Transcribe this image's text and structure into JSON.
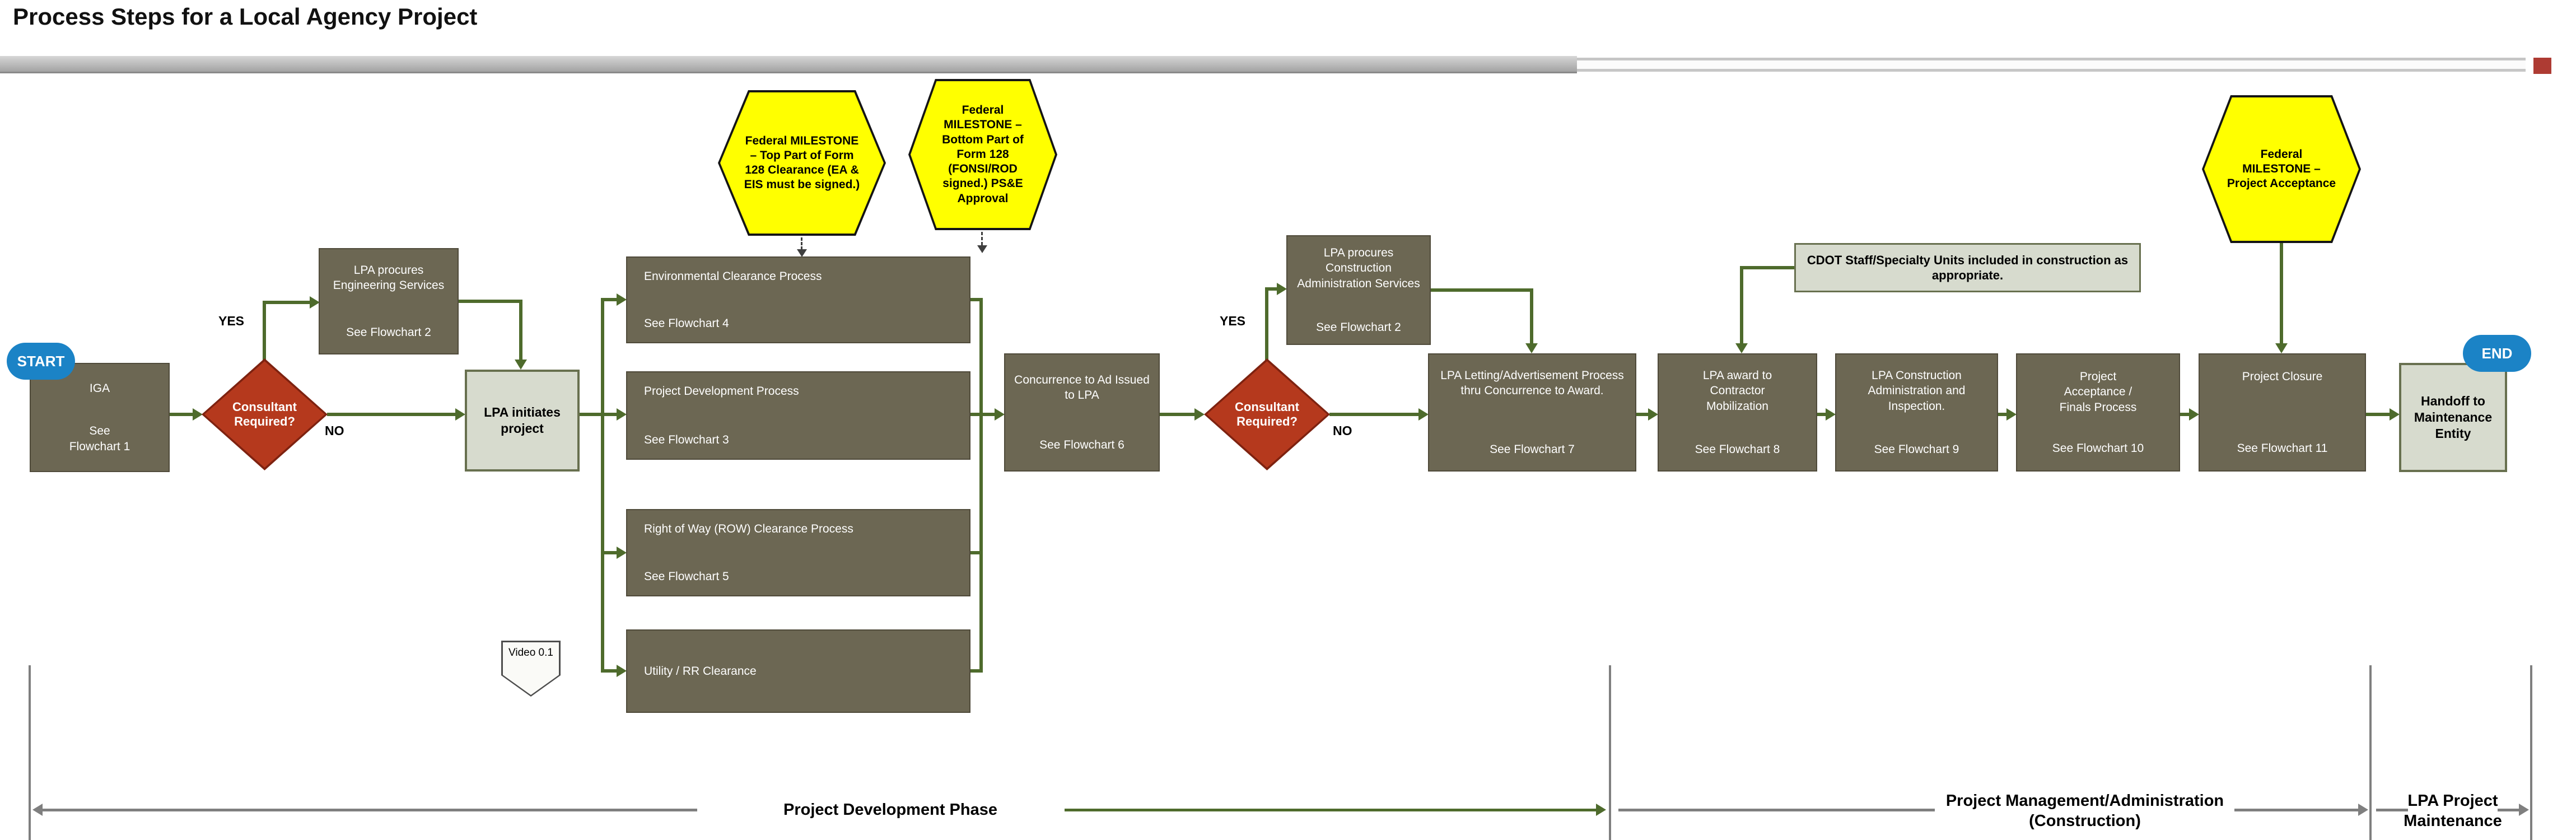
{
  "title": "Process Steps for a Local Agency Project",
  "terminators": {
    "start": "START",
    "end": "END"
  },
  "decisions": {
    "c1": {
      "label": "Consultant Required?",
      "yes": "YES",
      "no": "NO"
    },
    "c2": {
      "label": "Consultant Required?",
      "yes": "YES",
      "no": "NO"
    }
  },
  "milestones": {
    "form128_top": "Federal MILESTONE – Top Part of Form 128 Clearance (EA & EIS must be signed.)",
    "form128_bottom": "Federal MILESTONE – Bottom Part of Form 128 (FONSI/ROD signed.) PS&E Approval",
    "project_acceptance": "Federal MILESTONE – Project Acceptance"
  },
  "process": {
    "iga": {
      "label": "IGA",
      "ref": "See Flowchart 1"
    },
    "procure_engineering": {
      "label": "LPA procures Engineering Services",
      "ref": "See Flowchart 2"
    },
    "initiate_project": {
      "label": "LPA initiates project"
    },
    "environmental": {
      "label": "Environmental Clearance Process",
      "ref": "See Flowchart 4"
    },
    "development": {
      "label": "Project Development Process",
      "ref": "See Flowchart 3"
    },
    "right_of_way": {
      "label": "Right of Way (ROW) Clearance Process",
      "ref": "See Flowchart 5"
    },
    "utility": {
      "label": "Utility / RR Clearance"
    },
    "video": {
      "label": "Video 0.1"
    },
    "concurrence": {
      "label": "Concurrence to Ad Issued to LPA",
      "ref": "See Flowchart 6"
    },
    "procure_construction": {
      "label": "LPA procures Construction Administration Services",
      "ref": "See Flowchart 2"
    },
    "letting": {
      "label": "LPA Letting/Advertisement Process thru Concurrence to Award.",
      "ref": "See Flowchart 7"
    },
    "award": {
      "label": "LPA award to Contractor Mobilization",
      "ref": "See Flowchart 8"
    },
    "construction_admin": {
      "label": "LPA Construction Administration and Inspection.",
      "ref": "See Flowchart 9"
    },
    "acceptance_finals": {
      "label": "Project Acceptance / Finals Process",
      "ref": "See Flowchart 10"
    },
    "closure": {
      "label": "Project Closure",
      "ref": "See Flowchart 11"
    },
    "handoff": {
      "label": "Handoff to Maintenance Entity"
    },
    "cdot_note": {
      "label": "CDOT Staff/Specialty Units included in construction as appropriate."
    }
  },
  "phases": {
    "development": "Project Development Phase",
    "construction": "Project Management/Administration (Construction)",
    "maintenance": "LPA Project Maintenance"
  },
  "colors": {
    "process_dark": "#6c6753",
    "decision_red": "#b5391d",
    "milestone_yellow": "#ffff00",
    "connector_green": "#4e6b2c",
    "terminator_blue": "#1b83c6",
    "light_box": "#d7dbce"
  }
}
